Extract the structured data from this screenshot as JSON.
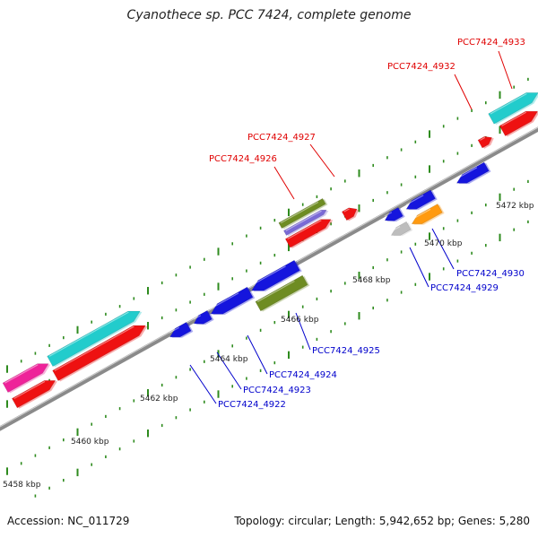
{
  "title": "Cyanothece sp. PCC 7424, complete genome",
  "footer": {
    "accession": "Accession: NC_011729",
    "summary": "Topology: circular; Length: 5,942,652 bp; Genes: 5,280"
  },
  "colors": {
    "backbone": "#8a8a8a",
    "tick": "#2e8b1e",
    "label_forward": "#e00000",
    "label_reverse": "#0000cc",
    "cyan": "#22cccc",
    "magenta": "#ee2299",
    "red": "#ee1111",
    "blue": "#1515dd",
    "olive": "#6e8c22",
    "purple": "#7a6ad6",
    "orange": "#ff9a10",
    "gray": "#bdbdbd"
  },
  "scale_labels": [
    "5458 kbp",
    "5460 kbp",
    "5462 kbp",
    "5464 kbp",
    "5466 kbp",
    "5468 kbp",
    "5470 kbp",
    "5472 kbp"
  ],
  "gene_labels": [
    {
      "text": "PCC7424_4933",
      "strand": "forward"
    },
    {
      "text": "PCC7424_4932",
      "strand": "forward"
    },
    {
      "text": "PCC7424_4927",
      "strand": "forward"
    },
    {
      "text": "PCC7424_4926",
      "strand": "forward"
    },
    {
      "text": "PCC7424_4930",
      "strand": "reverse"
    },
    {
      "text": "PCC7424_4929",
      "strand": "reverse"
    },
    {
      "text": "PCC7424_4925",
      "strand": "reverse"
    },
    {
      "text": "PCC7424_4924",
      "strand": "reverse"
    },
    {
      "text": "PCC7424_4923",
      "strand": "reverse"
    },
    {
      "text": "PCC7424_4922",
      "strand": "reverse"
    }
  ]
}
